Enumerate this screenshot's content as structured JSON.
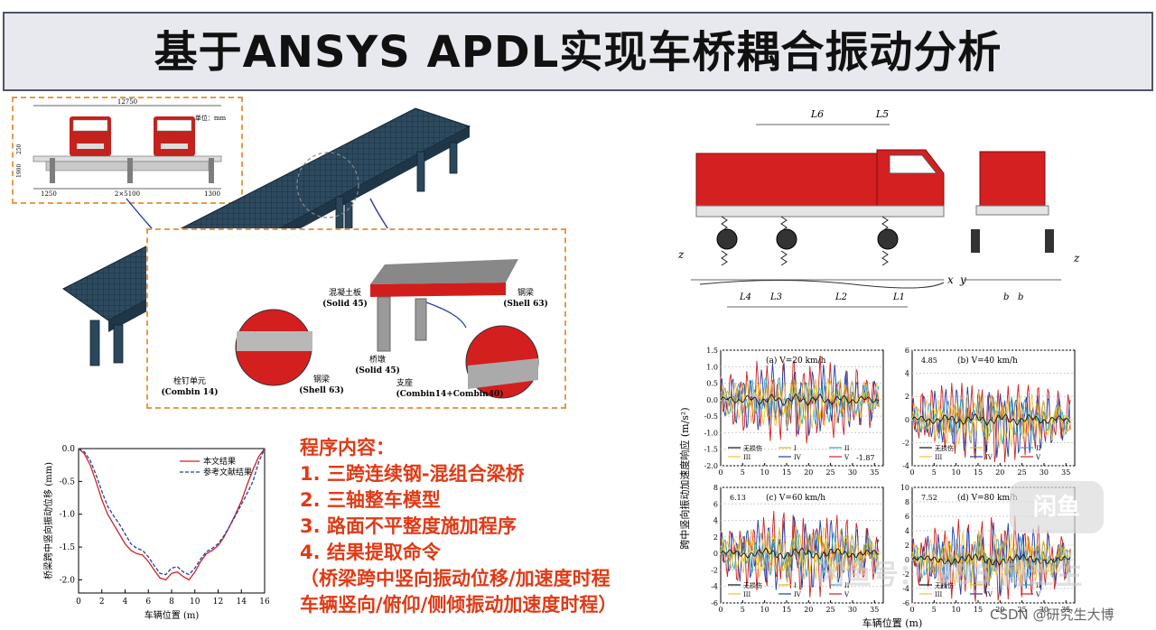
{
  "header": {
    "title": "基于ANSYS APDL实现车桥耦合振动分析"
  },
  "section_view": {
    "span_label": "12750",
    "unit_label": "单位：mm",
    "dims": [
      "1250",
      "2×5100",
      "1300",
      "1900",
      "250"
    ]
  },
  "fe_labels": {
    "slab_name": "混凝土板",
    "slab_elem": "(Solid 45)",
    "beam_name": "钢梁",
    "beam_elem": "(Shell 63)",
    "beam2_name": "钢梁",
    "beam2_elem": "(Shell 63)",
    "pier_name": "桥墩",
    "pier_elem": "(Solid 45)",
    "stud_name": "栓钉单元",
    "stud_elem": "(Combin 14)",
    "bearing_name": "支座",
    "bearing_elem": "(Combin14+Combin40)"
  },
  "vehicle_model": {
    "labels": [
      "L6",
      "L5",
      "L4",
      "L3",
      "L2",
      "L1",
      "b",
      "b",
      "x",
      "y",
      "z",
      "z"
    ]
  },
  "program": {
    "heading": "程序内容：",
    "items": [
      "1.  三跨连续钢-混组合梁桥",
      "2.  三轴整车模型",
      "3.  路面不平整度施加程序",
      "4.  结果提取命令",
      "（桥梁跨中竖向振动位移/加速度时程",
      "   车辆竖向/俯仰/侧倾振动加速度时程）"
    ]
  },
  "chart_data": [
    {
      "type": "line",
      "xlabel": "车辆位置 (m)",
      "ylabel": "桥梁跨中竖向振动位移 (mm)",
      "xlim": [
        0,
        16
      ],
      "ylim": [
        -2.2,
        0
      ],
      "xticks": [
        "0",
        "2",
        "4",
        "6",
        "8",
        "10",
        "12",
        "14",
        "16"
      ],
      "yticks": [
        "0.0",
        "-0.5",
        "-1.0",
        "-1.5",
        "-2.0"
      ],
      "legend": [
        "本文结果",
        "参考文献结果"
      ],
      "colors": [
        "#d32020",
        "#1f3fae"
      ],
      "series": [
        {
          "name": "本文结果",
          "x": [
            0,
            0.5,
            1,
            1.5,
            2,
            2.5,
            3,
            3.5,
            4,
            4.5,
            5,
            5.5,
            6,
            6.5,
            7,
            7.5,
            8,
            8.5,
            9,
            9.5,
            10,
            10.5,
            11,
            11.5,
            12,
            12.5,
            13,
            13.5,
            14,
            14.5,
            15,
            15.5,
            16
          ],
          "values": [
            0,
            -0.08,
            -0.25,
            -0.5,
            -0.78,
            -1.0,
            -1.15,
            -1.3,
            -1.45,
            -1.55,
            -1.6,
            -1.62,
            -1.72,
            -1.85,
            -1.97,
            -2.0,
            -1.9,
            -1.88,
            -1.95,
            -2.0,
            -1.88,
            -1.72,
            -1.6,
            -1.55,
            -1.48,
            -1.35,
            -1.18,
            -1.0,
            -0.8,
            -0.55,
            -0.32,
            -0.12,
            0
          ]
        },
        {
          "name": "参考文献结果",
          "x": [
            0,
            0.5,
            1,
            1.5,
            2,
            2.5,
            3,
            3.5,
            4,
            4.5,
            5,
            5.5,
            6,
            6.5,
            7,
            7.5,
            8,
            8.5,
            9,
            9.5,
            10,
            10.5,
            11,
            11.5,
            12,
            12.5,
            13,
            13.5,
            14,
            14.5,
            15,
            15.5,
            16
          ],
          "values": [
            0,
            -0.05,
            -0.18,
            -0.4,
            -0.65,
            -0.88,
            -1.02,
            -1.15,
            -1.3,
            -1.45,
            -1.52,
            -1.55,
            -1.65,
            -1.78,
            -1.9,
            -1.92,
            -1.82,
            -1.8,
            -1.88,
            -1.92,
            -1.82,
            -1.68,
            -1.57,
            -1.52,
            -1.45,
            -1.33,
            -1.18,
            -1.02,
            -0.85,
            -0.68,
            -0.5,
            -0.2,
            0
          ]
        }
      ]
    },
    {
      "type": "line",
      "ylabel": "跨中竖向振动加速度响应 (m/s²)",
      "xlabel": "车辆位置 (m)",
      "panels": [
        {
          "title": "(a) V=20 km/h",
          "ylim": [
            -2,
            1.5
          ],
          "yticks": [
            "1.5",
            "1.0",
            "0.5",
            "0.0",
            "-0.5",
            "-1.0",
            "-1.5",
            "-2.0"
          ],
          "annotation": "-1.87"
        },
        {
          "title": "(b) V=40 km/h",
          "ylim": [
            -4,
            6
          ],
          "yticks": [
            "6",
            "4",
            "2",
            "0",
            "-2",
            "-4"
          ],
          "annotation": "4.85"
        },
        {
          "title": "(c) V=60 km/h",
          "ylim": [
            -6,
            8
          ],
          "yticks": [
            "8",
            "6",
            "4",
            "2",
            "0",
            "-2",
            "-4",
            "-6"
          ],
          "annotation": "6.13"
        },
        {
          "title": "(d) V=80 km/h",
          "ylim": [
            -6,
            10
          ],
          "yticks": [
            "10",
            "8",
            "6",
            "4",
            "2",
            "0",
            "-2",
            "-4",
            "-6"
          ],
          "annotation": "7.52"
        }
      ],
      "xticks": [
        "0",
        "5",
        "10",
        "15",
        "20",
        "25",
        "30",
        "35"
      ],
      "legend": [
        "无损伤",
        "I",
        "II",
        "III",
        "IV",
        "V"
      ],
      "colors": [
        "#111111",
        "#e6b800",
        "#29a6c8",
        "#f3c040",
        "#1f3fae",
        "#d32020"
      ]
    }
  ],
  "watermark": {
    "text": "闲鱼号：  985 博士生",
    "logo": "闲鱼"
  },
  "footer": {
    "credit": "CSDN @研究生大博"
  }
}
